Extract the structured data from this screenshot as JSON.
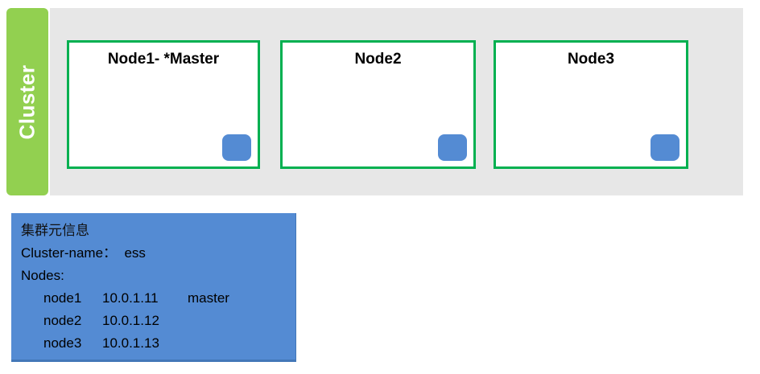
{
  "colors": {
    "tab_green": "#92D050",
    "node_border_green": "#00B050",
    "panel_gray": "#E7E7E7",
    "accent_blue": "#548BD3"
  },
  "cluster": {
    "label": "Cluster",
    "nodes": [
      {
        "title": "Node1- *Master"
      },
      {
        "title": "Node2"
      },
      {
        "title": "Node3"
      }
    ]
  },
  "meta": {
    "title": "集群元信息",
    "cluster_name_line": "Cluster-name：  ess",
    "nodes_header": "Nodes:",
    "nodes": [
      {
        "name": "node1",
        "ip": "10.0.1.11",
        "role": "master"
      },
      {
        "name": "node2",
        "ip": "10.0.1.12",
        "role": ""
      },
      {
        "name": "node3",
        "ip": "10.0.1.13",
        "role": ""
      }
    ]
  }
}
